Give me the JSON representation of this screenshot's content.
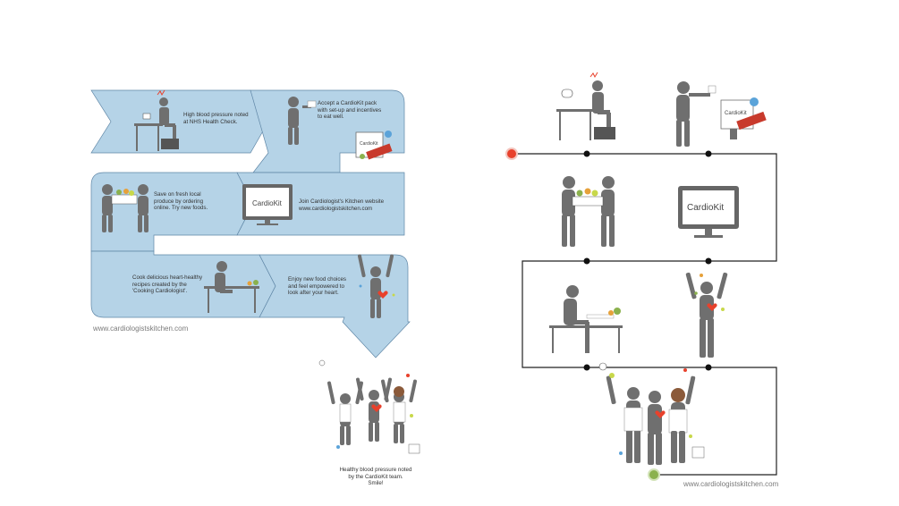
{
  "left_panel": {
    "steps": [
      {
        "id": "check",
        "text": "High blood pressure noted\nat NHS Health Check."
      },
      {
        "id": "pack",
        "text": "Accept a CardioKit pack\nwith set-up and incentives\nto eat well."
      },
      {
        "id": "produce",
        "text": "Save on fresh local\nproduce by ordering\nonline. Try new foods."
      },
      {
        "id": "website",
        "text": "Join Cardiologist's Kitchen website\nwww.cardiologistskitchen.com"
      },
      {
        "id": "cook",
        "text": "Cook delicious heart-healthy\nrecipes created by the\n'Cooking Cardiologist'."
      },
      {
        "id": "enjoy",
        "text": "Enjoy new food choices\nand feel empowered to\nlook after your heart."
      }
    ],
    "final_caption": "Healthy blood pressure noted\nby the CardioKit team.\nSmile!",
    "website": "www.cardiologistskitchen.com"
  },
  "right_panel": {
    "website": "www.cardiologistskitchen.com"
  },
  "brand": {
    "logo_text": "CardioKit",
    "monitor_text": "CardioKit",
    "panel_color": "#b5d3e7",
    "panel_stroke": "#5f86a6",
    "figure_color": "#6f6f6f",
    "start_color": "#e8412c",
    "end_color": "#8bb14d"
  }
}
